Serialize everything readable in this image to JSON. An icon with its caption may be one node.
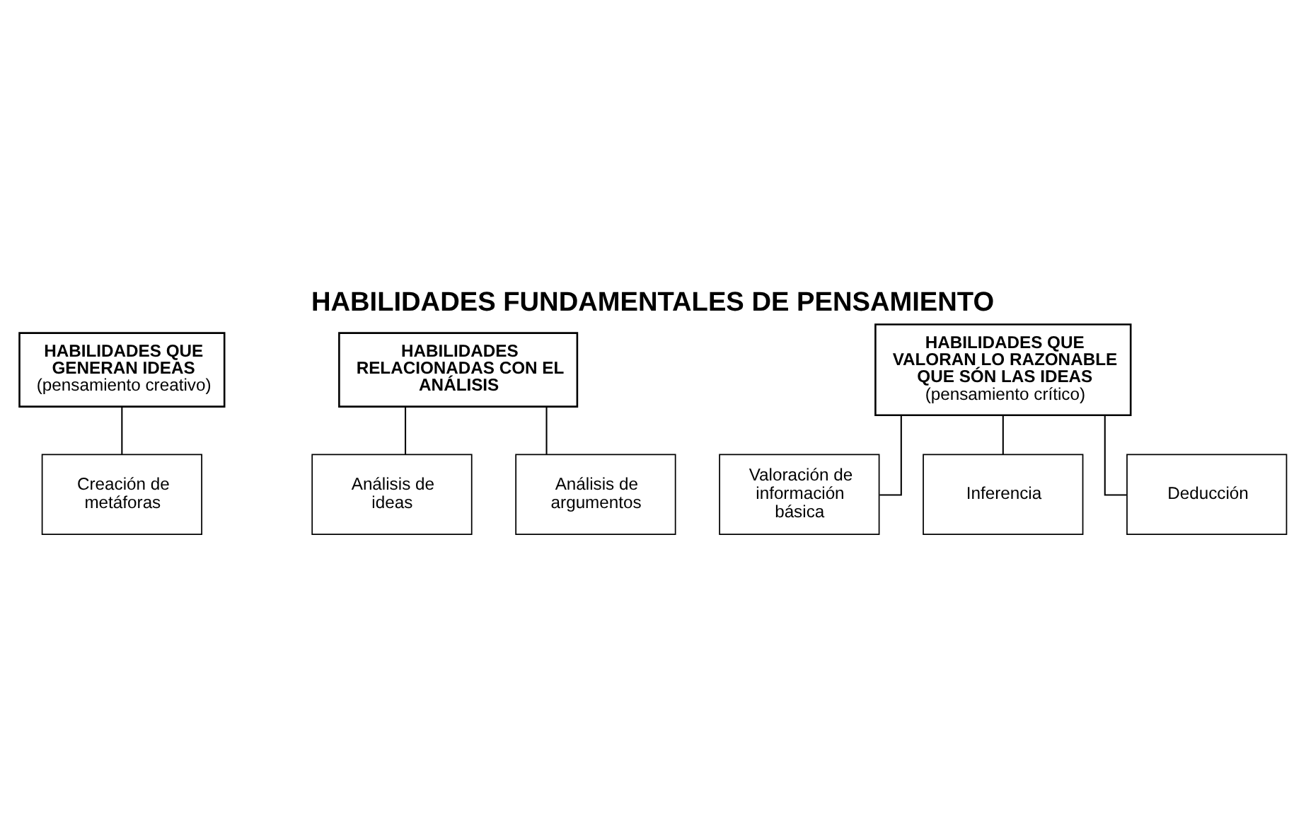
{
  "diagram": {
    "title": "HABILIDADES FUNDAMENTALES DE PENSAMIENTO",
    "nodes": [
      {
        "text": [
          "HABILIDADES QUE GENERAN IDEAS",
          "(pensamiento creativo)"
        ]
      },
      {
        "text": [
          "Creación de metáforas"
        ]
      },
      {
        "text": [
          "HABILIDADES RELACIONADAS CON EL ANÁLISIS"
        ]
      },
      {
        "text": [
          "Análisis de ideas"
        ]
      },
      {
        "text": [
          "Análisis de argumentos"
        ]
      },
      {
        "text": [
          "HABILIDADES QUE VALORAN LO RAZONABLE QUE SÓN LAS IDEAS",
          "(pensamiento crítico)"
        ]
      },
      {
        "text": [
          "Valoración de información básica"
        ]
      },
      {
        "text": [
          "Inferencia"
        ]
      },
      {
        "text": [
          "Deducción"
        ]
      }
    ],
    "edges": [
      {
        "from": 0,
        "to": 1,
        "arrow": "none"
      },
      {
        "from": 2,
        "to": 3,
        "arrow": "none"
      },
      {
        "from": 2,
        "to": 4,
        "arrow": "none"
      },
      {
        "from": 5,
        "to": 6,
        "arrow": "none"
      },
      {
        "from": 5,
        "to": 7,
        "arrow": "none"
      },
      {
        "from": 5,
        "to": 8,
        "arrow": "none"
      }
    ]
  }
}
